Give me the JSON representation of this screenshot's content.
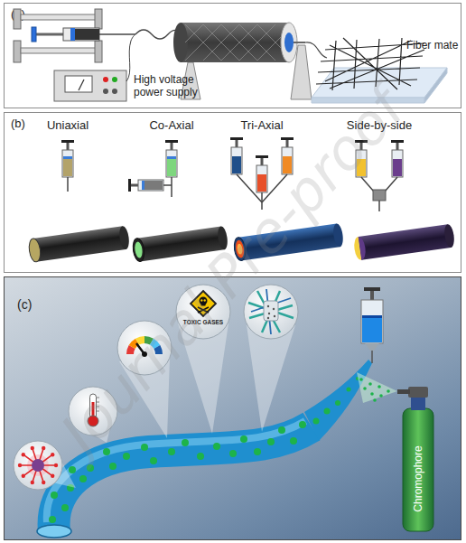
{
  "diagram": {
    "nodes": [
      {
        "text": [
          "(a)"
        ]
      },
      {
        "text": [
          "(b)"
        ]
      },
      {
        "text": [
          "(c)"
        ]
      }
    ],
    "labels": [
      "High voltage power supply",
      "Fiber mate",
      "Uniaxial",
      "Co-Axial",
      "Tri-Axial",
      "Side-by-side",
      "TOXIC GASES",
      "Chromophore",
      "Journal Pre-proof"
    ]
  }
}
